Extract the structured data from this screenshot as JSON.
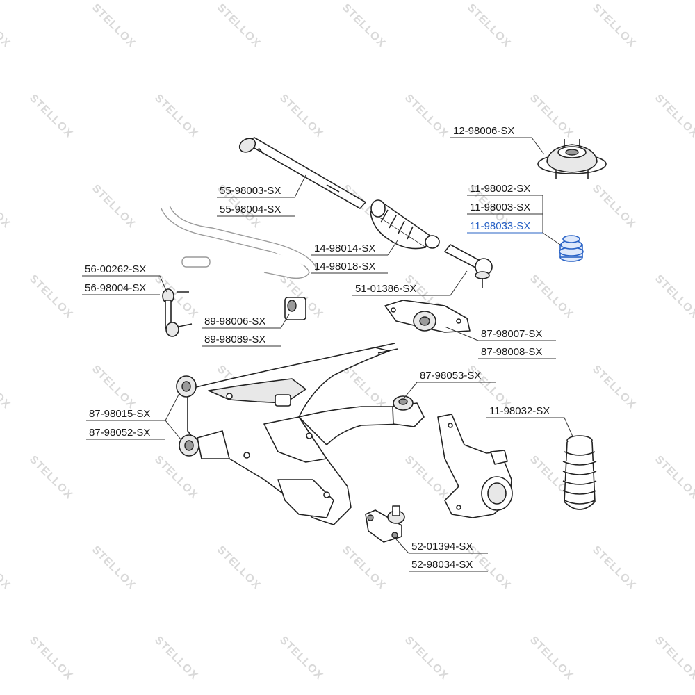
{
  "watermark": {
    "text": "STELLOX"
  },
  "colors": {
    "ink": "#1a1a1a",
    "highlight": "#2a63c6",
    "watermark": "#d9d9d9"
  },
  "callouts": [
    {
      "id": "strut-mount",
      "labels": [
        "12-98006-SX"
      ]
    },
    {
      "id": "bump-stop",
      "labels": [
        "11-98002-SX",
        "11-98003-SX",
        "11-98033-SX"
      ],
      "highlighted": "11-98033-SX"
    },
    {
      "id": "tie-rod",
      "labels": [
        "55-98003-SX",
        "55-98004-SX"
      ]
    },
    {
      "id": "steering-boot",
      "labels": [
        "14-98014-SX",
        "14-98018-SX"
      ]
    },
    {
      "id": "stabilizer-link",
      "labels": [
        "56-00262-SX",
        "56-98004-SX"
      ]
    },
    {
      "id": "tie-rod-end",
      "labels": [
        "51-01386-SX"
      ]
    },
    {
      "id": "stabilizer-bushing",
      "labels": [
        "89-98006-SX",
        "89-98089-SX"
      ]
    },
    {
      "id": "rear-arm-bushing",
      "labels": [
        "87-98007-SX",
        "87-98008-SX"
      ]
    },
    {
      "id": "arm-bushing-ball",
      "labels": [
        "87-98053-SX"
      ]
    },
    {
      "id": "front-arm-bushings",
      "labels": [
        "87-98015-SX",
        "87-98052-SX"
      ]
    },
    {
      "id": "strut-boot",
      "labels": [
        "11-98032-SX"
      ]
    },
    {
      "id": "ball-joint",
      "labels": [
        "52-01394-SX",
        "52-98034-SX"
      ]
    }
  ]
}
